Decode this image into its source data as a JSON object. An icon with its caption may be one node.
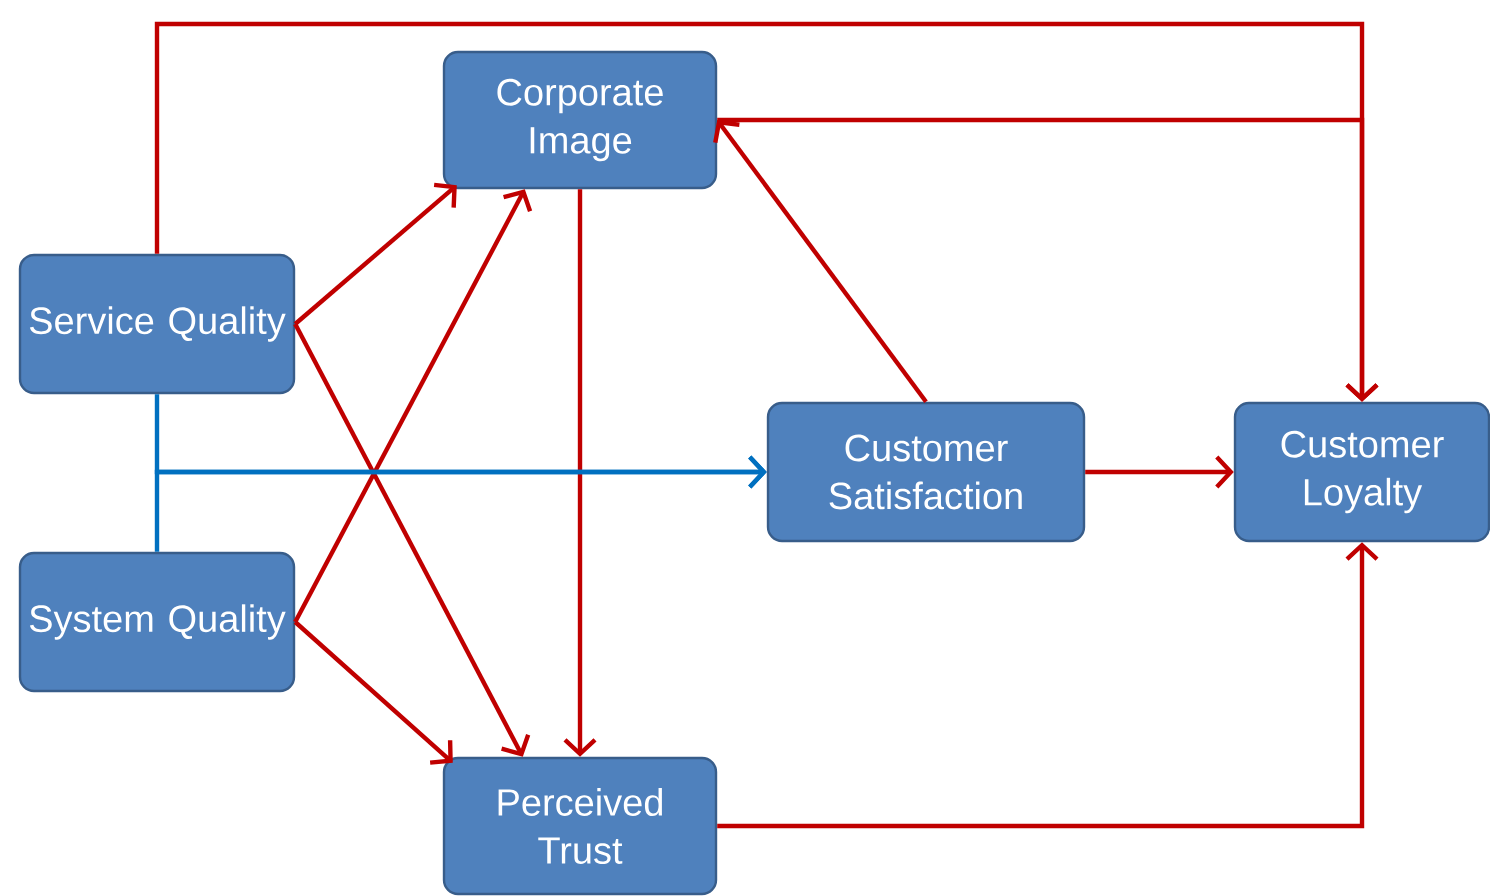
{
  "diagram": {
    "nodes": [
      {
        "text": [
          "Corporate Image"
        ]
      },
      {
        "text": [
          "Service Quality"
        ]
      },
      {
        "text": [
          "Customer Satisfaction"
        ]
      },
      {
        "text": [
          "Customer Loyalty"
        ]
      },
      {
        "text": [
          "System Quality"
        ]
      },
      {
        "text": [
          "Perceived Trust"
        ]
      }
    ],
    "edges": [
      {
        "from": 1,
        "to": 0,
        "arrow": "to"
      },
      {
        "from": 1,
        "to": 5,
        "arrow": "to"
      },
      {
        "from": 4,
        "to": 0,
        "arrow": "to"
      },
      {
        "from": 4,
        "to": 5,
        "arrow": "to"
      },
      {
        "from": 0,
        "to": 5,
        "arrow": "to"
      },
      {
        "from": 2,
        "to": 0,
        "arrow": "to"
      },
      {
        "from": 2,
        "to": 3,
        "arrow": "to"
      },
      {
        "from": 5,
        "to": 3,
        "arrow": "to"
      },
      {
        "from": 1,
        "to": 3,
        "arrow": "to"
      },
      {
        "from": 0,
        "to": 3,
        "arrow": "to"
      },
      {
        "from": 1,
        "to": 2,
        "arrow": "to",
        "color": "#0070c0"
      },
      {
        "from": 4,
        "to": 2,
        "arrow": "to",
        "color": "#0070c0"
      }
    ]
  }
}
